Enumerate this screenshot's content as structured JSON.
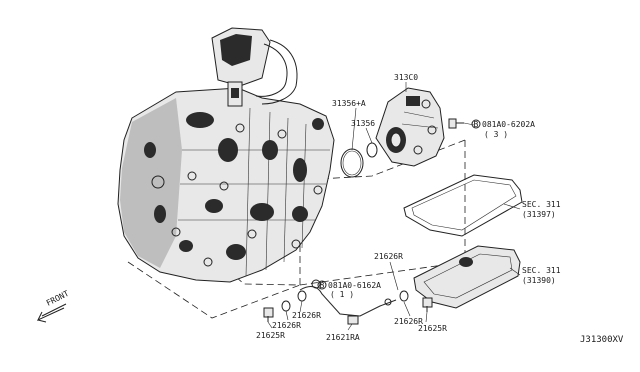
{
  "labels": {
    "front": "FRONT",
    "oil_pump": "313C0",
    "o_ring_large": "31356+A",
    "o_ring_small": "31356",
    "bolt_prefix": "B",
    "pump_bolt": "081A0-6202A",
    "pump_bolt_qty": "( 3 )",
    "sec_311": "SEC. 311",
    "gasket_ref": "(31397)",
    "pan_ref": "(31390)",
    "washer": "21626R",
    "hose_bolt": "081A0-6162A",
    "hose_bolt_qty": "( 1 )",
    "plug": "21625R",
    "hose": "21621RA",
    "diagram_code": "J31300XV"
  }
}
